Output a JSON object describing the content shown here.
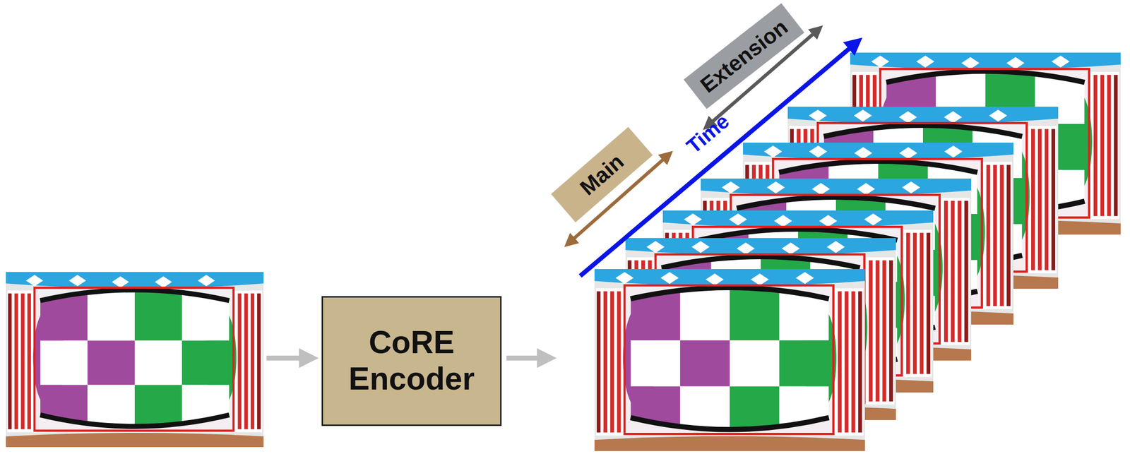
{
  "diagram": {
    "nodes": [
      {
        "text": [
          "CoRE Encoder"
        ]
      },
      {
        "text": [
          "Main"
        ]
      },
      {
        "text": [
          "Extension"
        ]
      }
    ],
    "labels": [
      "Time"
    ]
  }
}
